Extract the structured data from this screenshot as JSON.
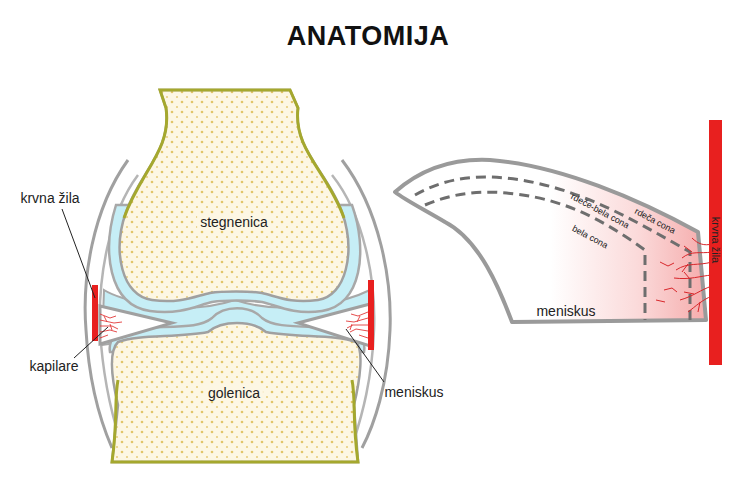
{
  "diagram": {
    "title": "ANATOMIJA",
    "labels": [
      "krvna žila",
      "stegnenica",
      "kapilare",
      "golenica",
      "meniskus",
      "rdeča cona",
      "rdeče-bela cona",
      "bela cona",
      "krvna žila",
      "meniskus"
    ]
  }
}
